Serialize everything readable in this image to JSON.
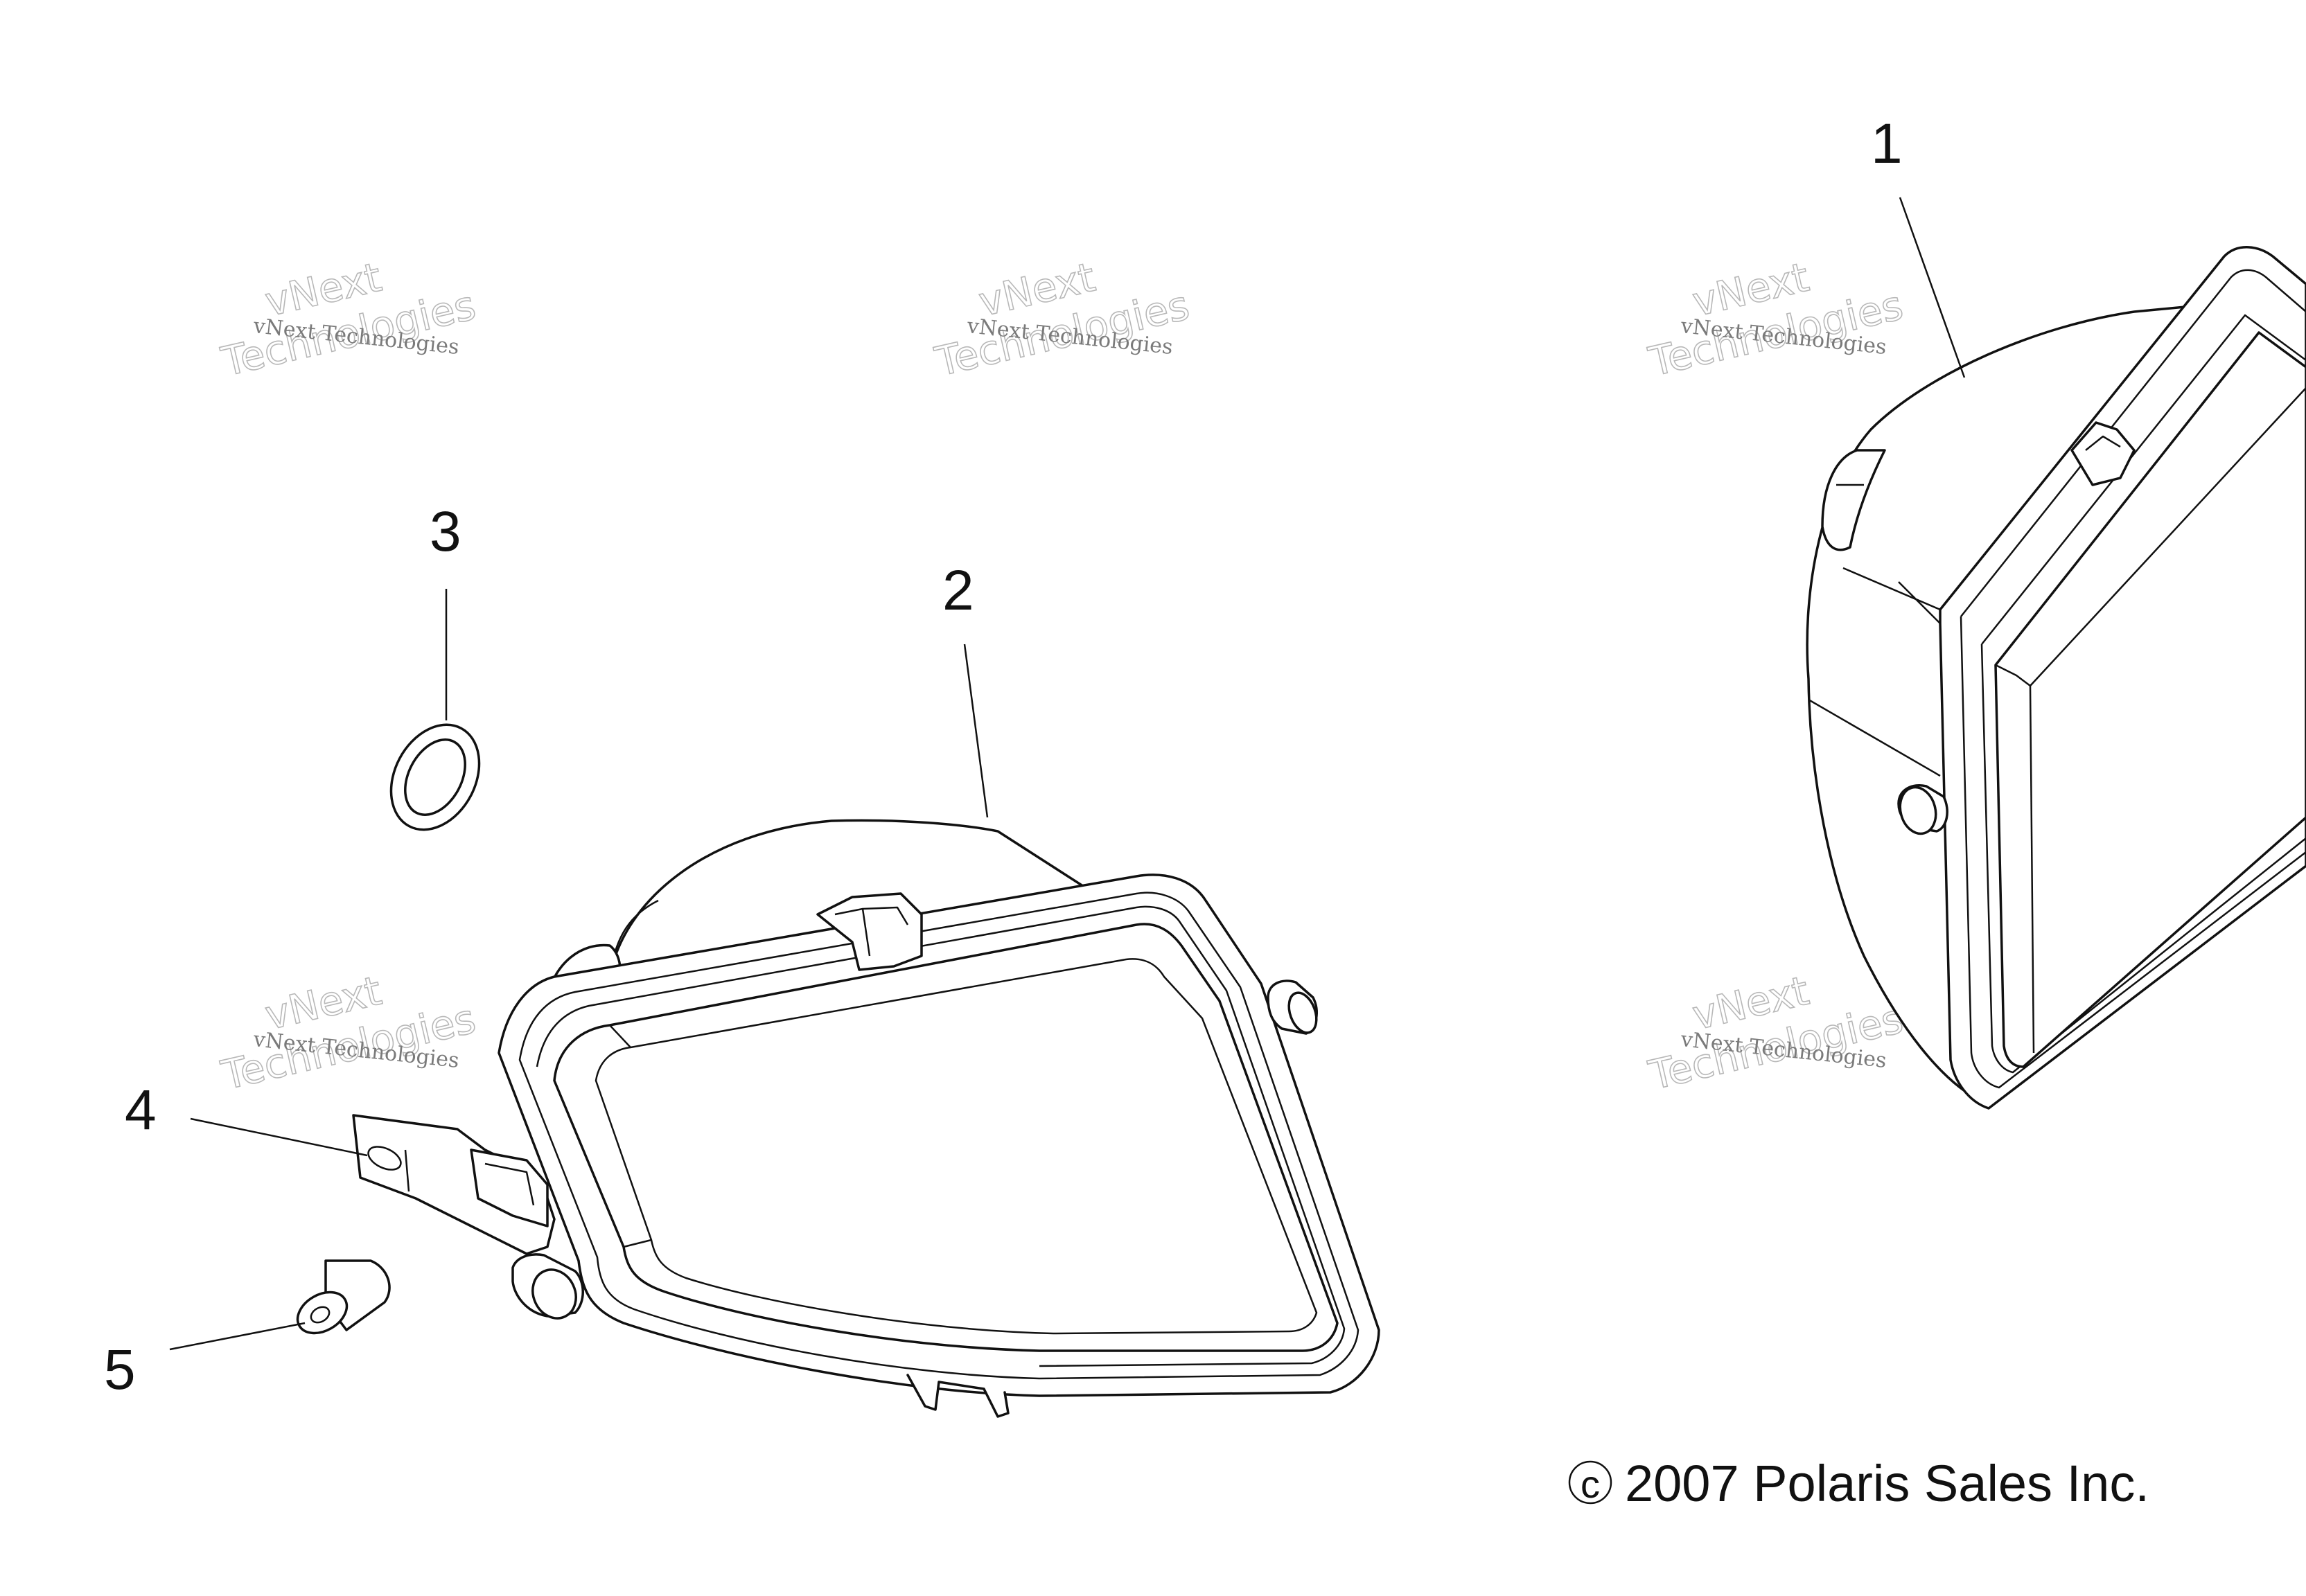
{
  "diagram": {
    "callouts": [
      {
        "id": "1",
        "label": "1"
      },
      {
        "id": "2",
        "label": "2"
      },
      {
        "id": "3",
        "label": "3"
      },
      {
        "id": "4",
        "label": "4"
      },
      {
        "id": "5",
        "label": "5"
      }
    ],
    "copyright_symbol": "c",
    "copyright_text": "2007  Polaris Sales Inc.",
    "watermark": {
      "line1": "vNext Technologies",
      "big_word1": "vNext",
      "big_word2": "Technologies"
    }
  }
}
